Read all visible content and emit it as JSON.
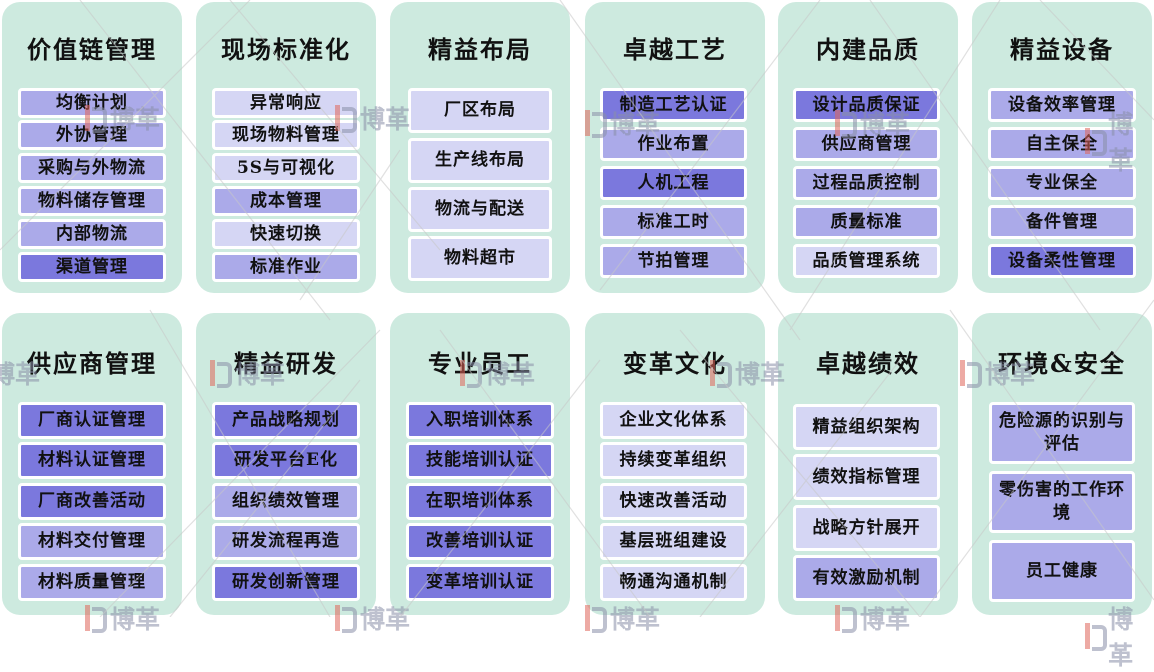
{
  "palette": {
    "panel_bg": "#cdeadf",
    "item_light": "#d5d6f4",
    "item_mid": "#abaae9",
    "item_dark": "#7b78dd",
    "item_border": "#ffffff",
    "watermark_accent": "#e0665a",
    "watermark_gray": "#8a90a8"
  },
  "watermark": {
    "text": "博革"
  },
  "rows": [
    {
      "panels": [
        {
          "title": "价值链管理",
          "items": [
            {
              "label": "均衡计划",
              "shade": "mid"
            },
            {
              "label": "外协管理",
              "shade": "mid"
            },
            {
              "label": "采购与外物流",
              "shade": "mid"
            },
            {
              "label": "物料储存管理",
              "shade": "mid"
            },
            {
              "label": "内部物流",
              "shade": "mid"
            },
            {
              "label": "渠道管理",
              "shade": "dark"
            }
          ]
        },
        {
          "title": "现场标准化",
          "items": [
            {
              "label": "异常响应",
              "shade": "light"
            },
            {
              "label": "现场物料管理",
              "shade": "light"
            },
            {
              "label": "5S与可视化",
              "shade": "light"
            },
            {
              "label": "成本管理",
              "shade": "mid"
            },
            {
              "label": "快速切换",
              "shade": "light"
            },
            {
              "label": "标准作业",
              "shade": "mid"
            }
          ]
        },
        {
          "title": "精益布局",
          "items": [
            {
              "label": "厂区布局",
              "shade": "light"
            },
            {
              "label": "生产线布局",
              "shade": "light"
            },
            {
              "label": "物流与配送",
              "shade": "light"
            },
            {
              "label": "物料超市",
              "shade": "light"
            }
          ]
        },
        {
          "title": "卓越工艺",
          "items": [
            {
              "label": "制造工艺认证",
              "shade": "dark"
            },
            {
              "label": "作业布置",
              "shade": "mid"
            },
            {
              "label": "人机工程",
              "shade": "dark"
            },
            {
              "label": "标准工时",
              "shade": "mid"
            },
            {
              "label": "节拍管理",
              "shade": "mid"
            }
          ]
        },
        {
          "title": "内建品质",
          "items": [
            {
              "label": "设计品质保证",
              "shade": "dark"
            },
            {
              "label": "供应商管理",
              "shade": "mid"
            },
            {
              "label": "过程品质控制",
              "shade": "mid"
            },
            {
              "label": "质量标准",
              "shade": "mid"
            },
            {
              "label": "品质管理系统",
              "shade": "light"
            }
          ]
        },
        {
          "title": "精益设备",
          "items": [
            {
              "label": "设备效率管理",
              "shade": "mid"
            },
            {
              "label": "自主保全",
              "shade": "mid"
            },
            {
              "label": "专业保全",
              "shade": "mid"
            },
            {
              "label": "备件管理",
              "shade": "mid"
            },
            {
              "label": "设备柔性管理",
              "shade": "dark"
            }
          ]
        }
      ]
    },
    {
      "panels": [
        {
          "title": "供应商管理",
          "items": [
            {
              "label": "厂商认证管理",
              "shade": "dark"
            },
            {
              "label": "材料认证管理",
              "shade": "dark"
            },
            {
              "label": "厂商改善活动",
              "shade": "dark"
            },
            {
              "label": "材料交付管理",
              "shade": "mid"
            },
            {
              "label": "材料质量管理",
              "shade": "mid"
            }
          ]
        },
        {
          "title": "精益研发",
          "items": [
            {
              "label": "产品战略规划",
              "shade": "dark"
            },
            {
              "label": "研发平台E化",
              "shade": "dark"
            },
            {
              "label": "组织绩效管理",
              "shade": "mid"
            },
            {
              "label": "研发流程再造",
              "shade": "mid"
            },
            {
              "label": "研发创新管理",
              "shade": "dark"
            }
          ]
        },
        {
          "title": "专业员工",
          "items": [
            {
              "label": "入职培训体系",
              "shade": "dark"
            },
            {
              "label": "技能培训认证",
              "shade": "dark"
            },
            {
              "label": "在职培训体系",
              "shade": "dark"
            },
            {
              "label": "改善培训认证",
              "shade": "dark"
            },
            {
              "label": "变革培训认证",
              "shade": "dark"
            }
          ]
        },
        {
          "title": "变革文化",
          "items": [
            {
              "label": "企业文化体系",
              "shade": "light"
            },
            {
              "label": "持续变革组织",
              "shade": "light"
            },
            {
              "label": "快速改善活动",
              "shade": "light"
            },
            {
              "label": "基层班组建设",
              "shade": "light"
            },
            {
              "label": "畅通沟通机制",
              "shade": "light"
            }
          ]
        },
        {
          "title": "卓越绩效",
          "items": [
            {
              "label": "精益组织架构",
              "shade": "light"
            },
            {
              "label": "绩效指标管理",
              "shade": "light"
            },
            {
              "label": "战略方针展开",
              "shade": "light"
            },
            {
              "label": "有效激励机制",
              "shade": "mid"
            }
          ]
        },
        {
          "title": "环境&安全",
          "items": [
            {
              "label": "危险源的识别与评估",
              "shade": "mid"
            },
            {
              "label": "零伤害的工作环境",
              "shade": "mid"
            },
            {
              "label": "员工健康",
              "shade": "mid"
            }
          ]
        }
      ]
    }
  ]
}
